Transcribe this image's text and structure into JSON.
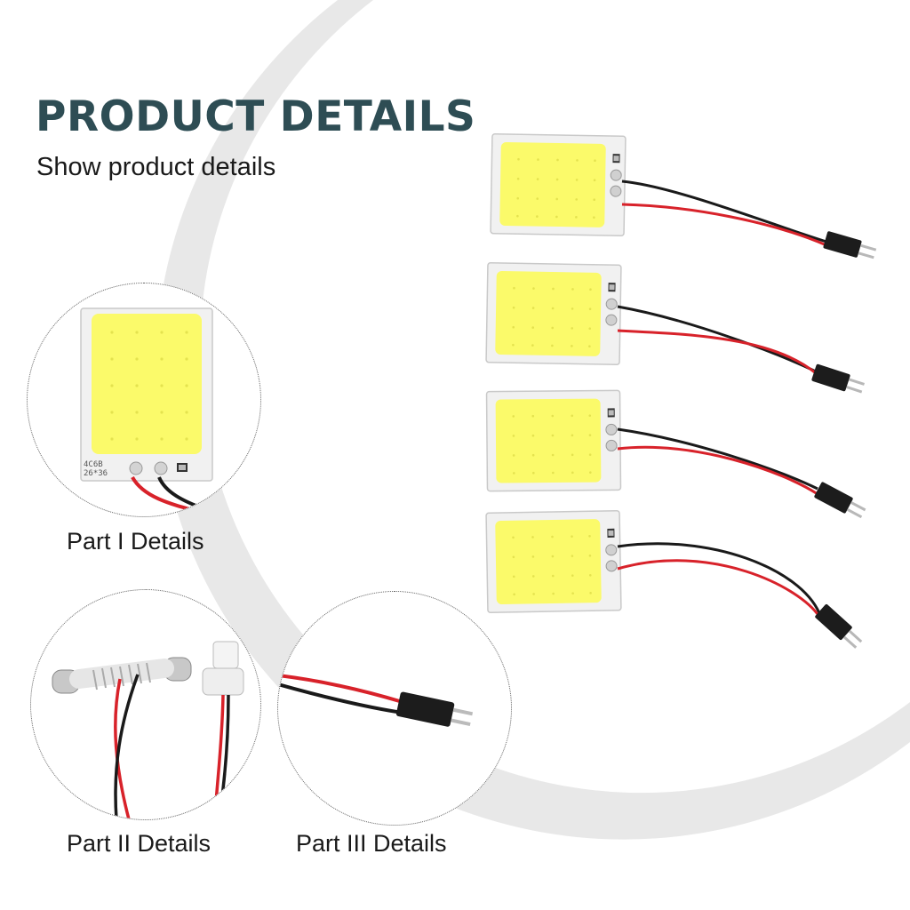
{
  "header": {
    "title": "PRODUCT DETAILS",
    "subtitle": "Show product details"
  },
  "details": [
    {
      "label": "Part I Details"
    },
    {
      "label": "Part II Details"
    },
    {
      "label": "Part III Details"
    }
  ],
  "board_marking": {
    "line1": "4C6B",
    "line2": "26*36"
  },
  "colors": {
    "title": "#2e4d54",
    "arc": "#e6e6e6",
    "led_yellow": "#fbfa6a",
    "wire_red": "#d8222a",
    "wire_black": "#1a1a1a"
  }
}
